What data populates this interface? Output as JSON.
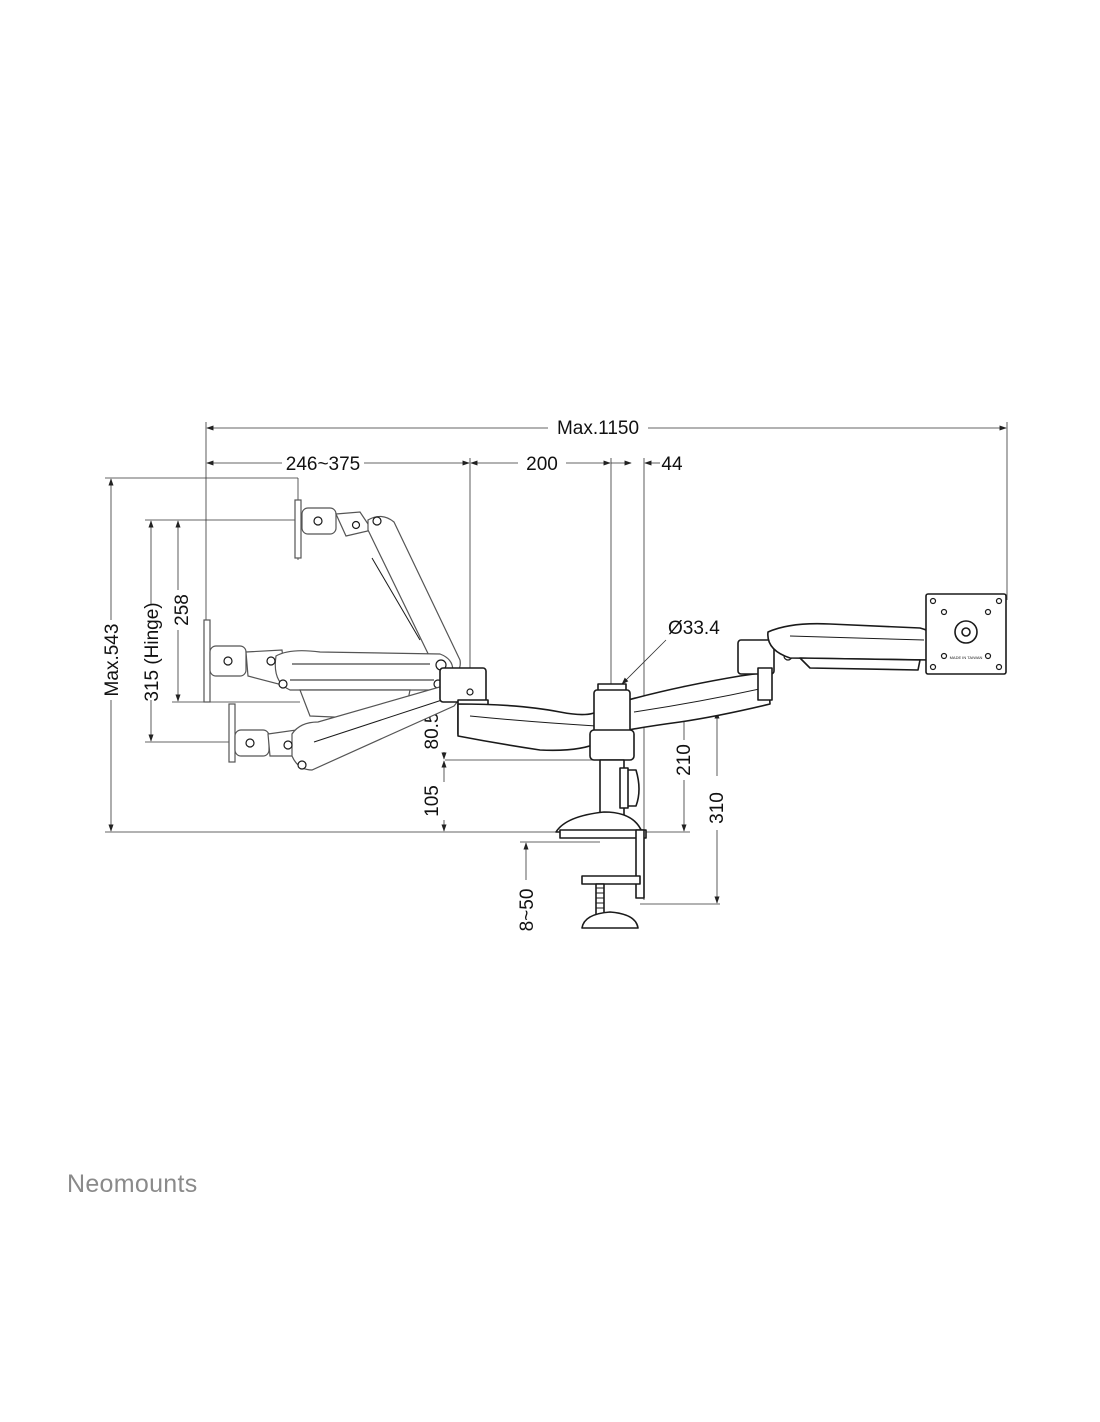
{
  "brand": "Neomounts",
  "dimensions": {
    "max_width": "Max.1150",
    "arm_range": "246~375",
    "segment_200": "200",
    "segment_44": "44",
    "pole_diameter": "Ø33.4",
    "max_height": "Max.543",
    "hinge_height": "315 (Hinge)",
    "tilt_height": "258",
    "base_offset": "80.5",
    "pole_height": "105",
    "arm_height": "210",
    "total_height": "310",
    "clamp_range": "8~50"
  },
  "plate_label": "MADE IN TAIWAN"
}
